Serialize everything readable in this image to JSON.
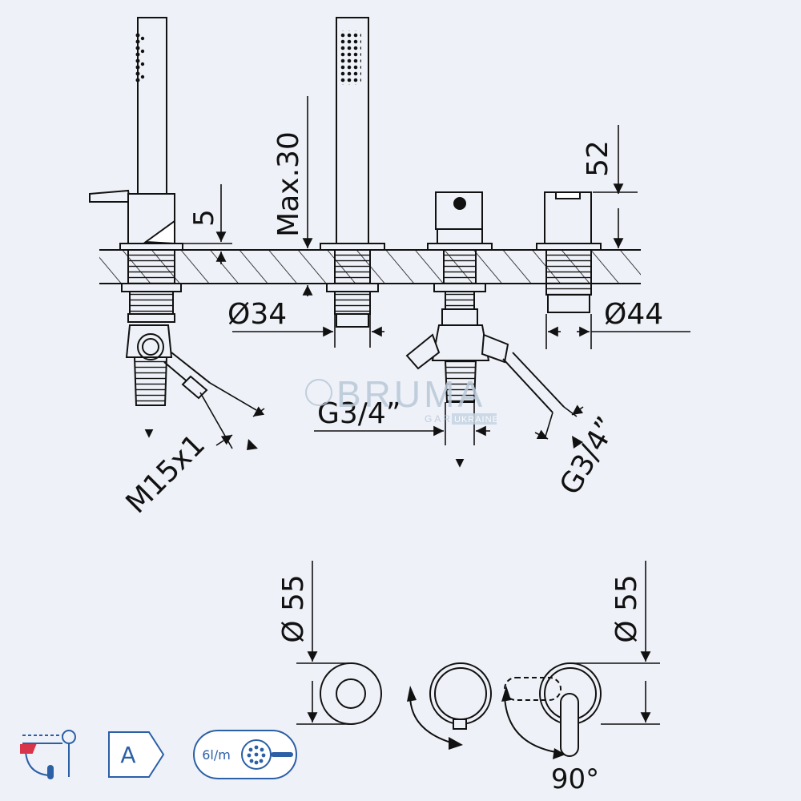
{
  "dimensions": {
    "flange_height": "5",
    "max_deck": "Max.30",
    "mixer_height": "52",
    "diameter_34": "Ø34",
    "diameter_44": "Ø44",
    "connection_center": "G3/4”",
    "connection_right": "G3/4”",
    "hose_thread": "M15x1",
    "rosette_left": "Ø 55",
    "rosette_right": "Ø 55",
    "rotation_angle": "90°"
  },
  "watermark": {
    "brand": "BRUMA",
    "sub_left": "GAR",
    "sub_right": "UKRAINE"
  },
  "badges": {
    "energy_class": "A",
    "flow_rate": "6l/m"
  },
  "colors": {
    "background": "#eef1f7",
    "line": "#111111",
    "watermark": "#b9c8d8",
    "accent_red": "#d8344a",
    "accent_blue": "#2b5fa6"
  },
  "icons": [
    "thermostat-icon",
    "energy-class-badge",
    "flow-rate-badge",
    "shower-head-icon"
  ]
}
